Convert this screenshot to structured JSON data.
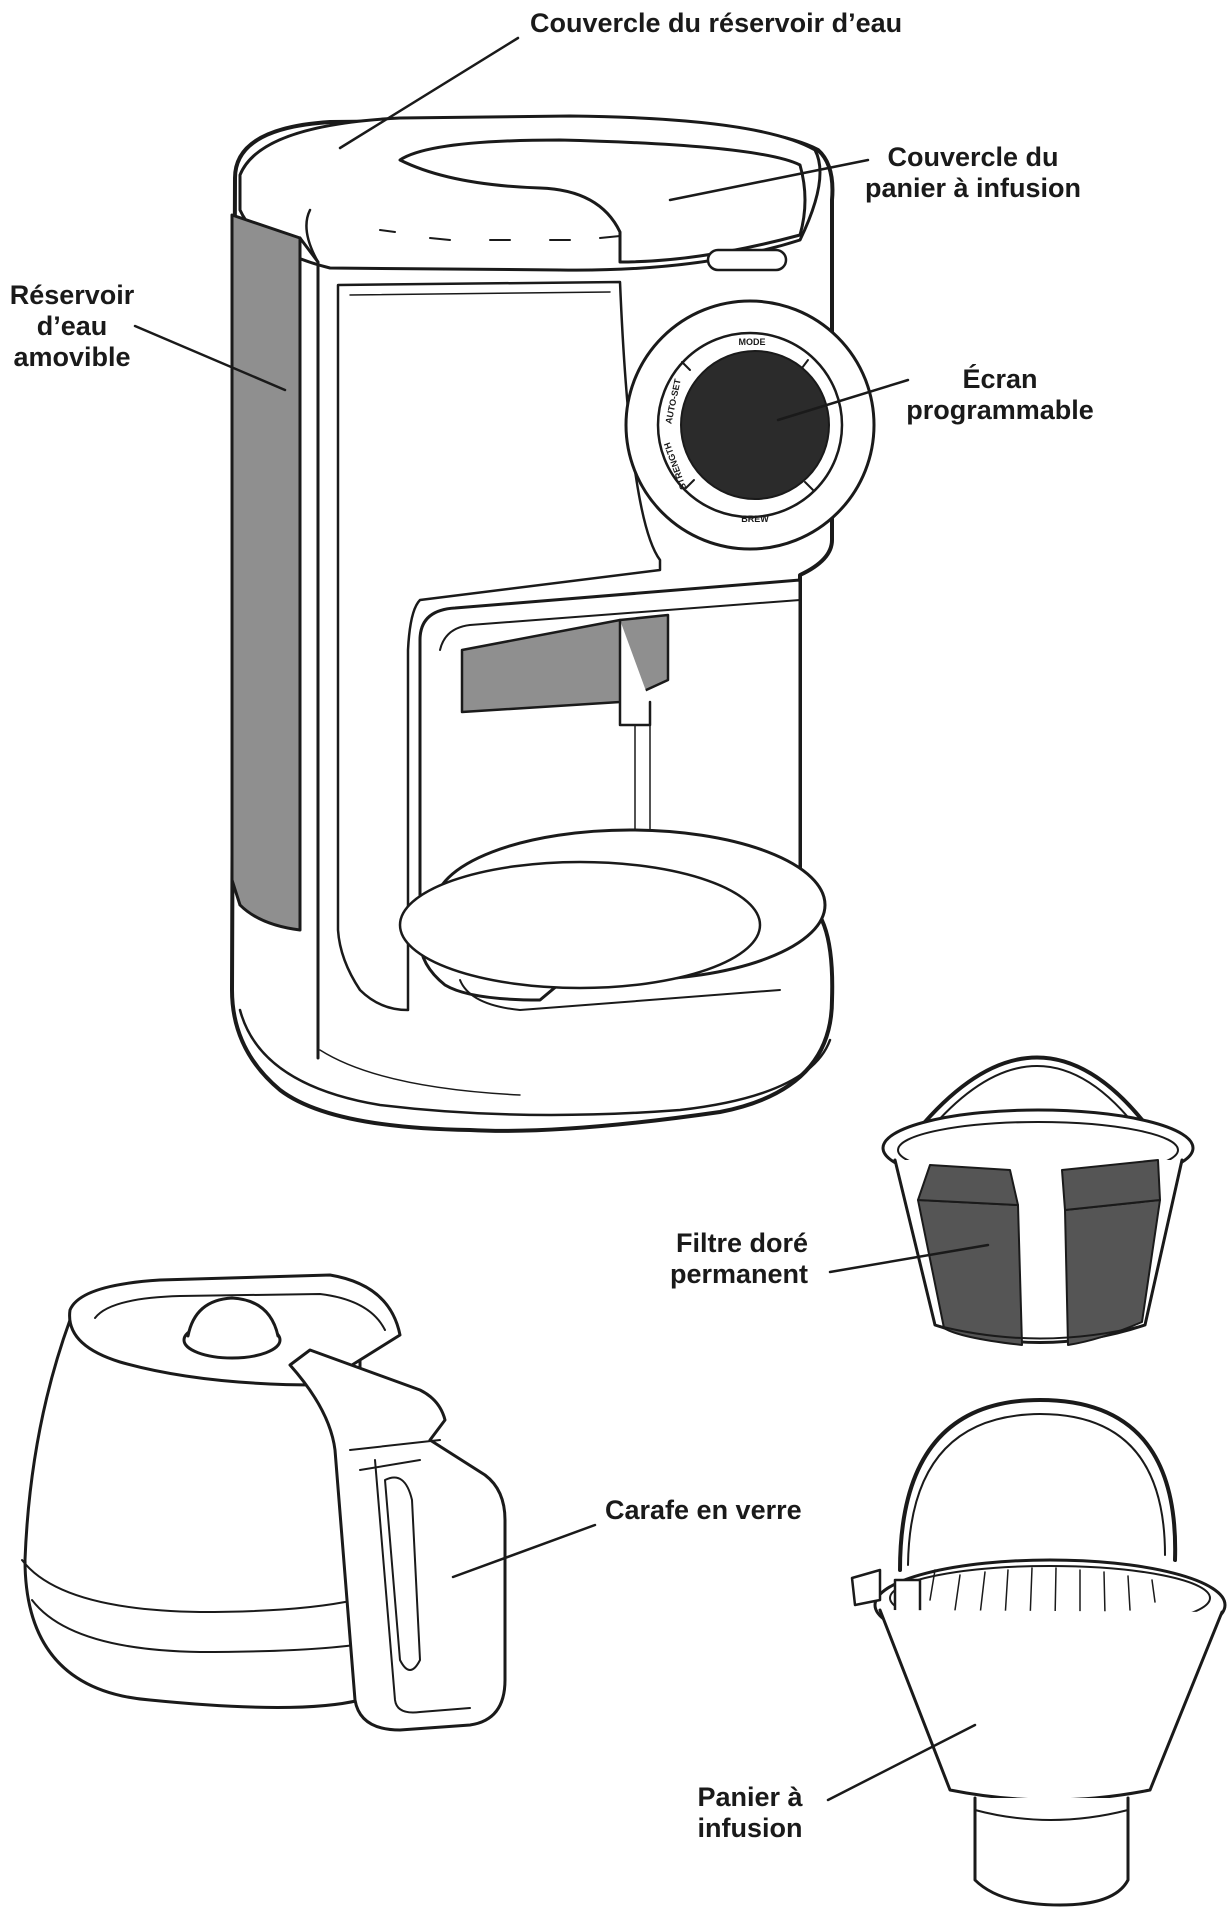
{
  "labels": {
    "water_lid": [
      "Couvercle du réservoir d’eau"
    ],
    "basket_lid": [
      "Couvercle du",
      "panier à infusion"
    ],
    "water_tank": [
      "Réservoir",
      "d’eau",
      "amovible"
    ],
    "display": [
      "Écran",
      "programmable"
    ],
    "gold_filter": [
      "Filtre doré",
      "permanent"
    ],
    "carafe": [
      "Carafe en verre"
    ],
    "brew_basket": [
      "Panier à",
      "infusion"
    ]
  },
  "dial_text": {
    "top": "MODE",
    "left": "AUTO-SET",
    "lower_left": "STRENGTH",
    "bottom": "BREW"
  },
  "colors": {
    "line": "#1a1a1a",
    "panel_gray": "#8f8f8f",
    "screen": "#2b2b2b",
    "mesh": "#555555"
  }
}
